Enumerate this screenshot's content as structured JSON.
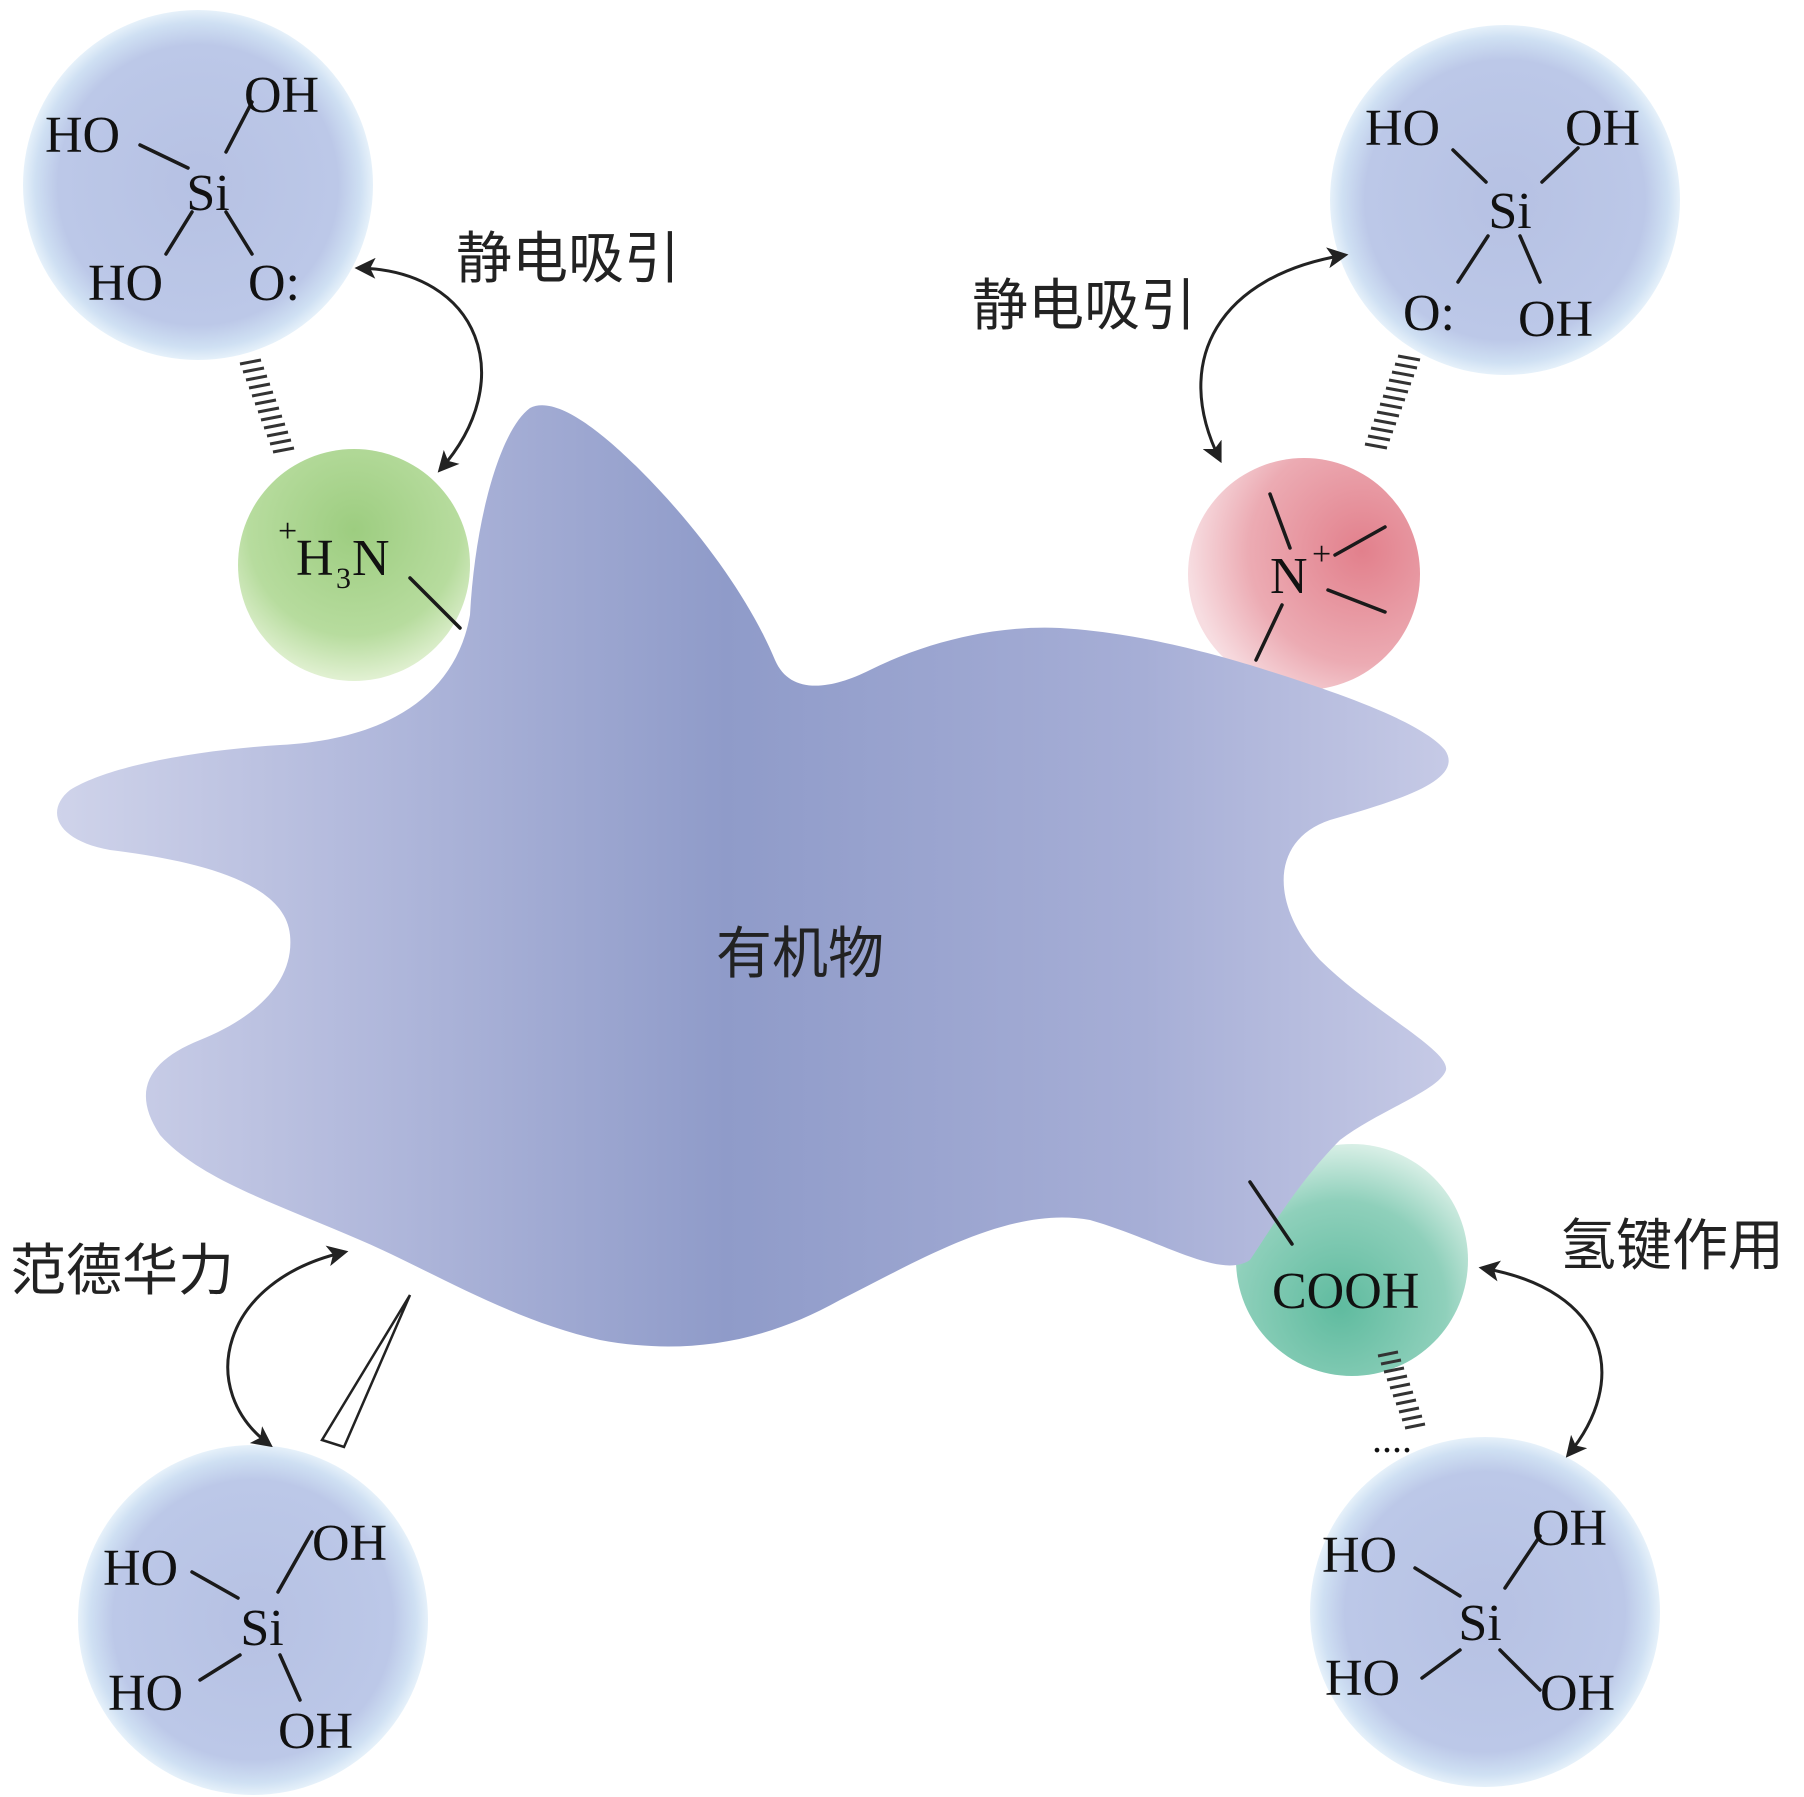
{
  "organic_label": "有机物",
  "interactions": {
    "electrostatic_left": "静电吸引",
    "electrostatic_right": "静电吸引",
    "van_der_waals": "范德华力",
    "hydrogen_bond": "氢键作用"
  },
  "groups": {
    "amine": {
      "charge": "+",
      "h": "H",
      "sub": "3",
      "n": "N"
    },
    "quat_ammonium": {
      "n": "N",
      "charge": "+"
    },
    "carboxyl": "COOH"
  },
  "silanol": {
    "si": "Si",
    "oh": "OH",
    "ho": "HO",
    "o_lone": "O:"
  },
  "hbond_dots": "....",
  "colors": {
    "silica_sphere": "#b9c6e6",
    "organic_body": "#94a0cb",
    "amine_group": "#9fcf83",
    "quat_group": "#e48a95",
    "carboxyl_group": "#6fc2aa"
  }
}
